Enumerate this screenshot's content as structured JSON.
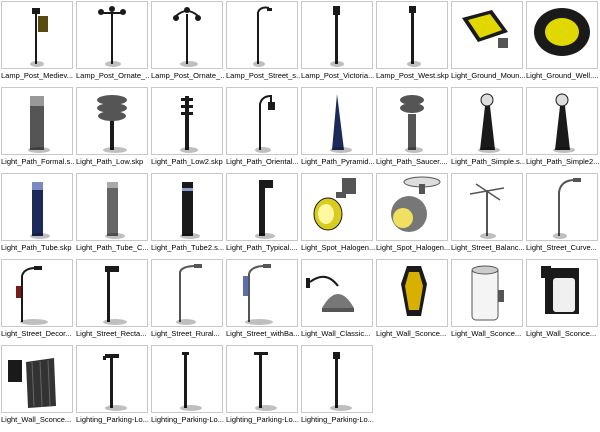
{
  "items": [
    {
      "label": "Lamp_Post_Mediev...",
      "icon": "medieval-lamp-post-icon"
    },
    {
      "label": "Lamp_Post_Ornate_...",
      "icon": "ornate-lamp-post-icon"
    },
    {
      "label": "Lamp_Post_Ornate_...",
      "icon": "ornate-lamp-post-icon"
    },
    {
      "label": "Lamp_Post_Street_s...",
      "icon": "street-lamp-post-icon"
    },
    {
      "label": "Lamp_Post_Victoria...",
      "icon": "victorian-lamp-post-icon"
    },
    {
      "label": "Lamp_Post_West.skp",
      "icon": "west-lamp-post-icon"
    },
    {
      "label": "Light_Ground_Moun...",
      "icon": "ground-mount-light-icon"
    },
    {
      "label": "Light_Ground_Well....",
      "icon": "ground-well-light-icon"
    },
    {
      "label": "Light_Path_Formal.s...",
      "icon": "formal-path-light-icon"
    },
    {
      "label": "Light_Path_Low.skp",
      "icon": "low-path-light-icon"
    },
    {
      "label": "Light_Path_Low2.skp",
      "icon": "low-path-light-icon"
    },
    {
      "label": "Light_Path_Oriental...",
      "icon": "oriental-path-light-icon"
    },
    {
      "label": "Light_Path_Pyramid...",
      "icon": "pyramid-path-light-icon"
    },
    {
      "label": "Light_Path_Saucer....",
      "icon": "saucer-path-light-icon"
    },
    {
      "label": "Light_Path_Simple.s...",
      "icon": "simple-path-light-icon"
    },
    {
      "label": "Light_Path_Simple2....",
      "icon": "simple-path-light-icon"
    },
    {
      "label": "Light_Path_Tube.skp",
      "icon": "tube-path-light-icon"
    },
    {
      "label": "Light_Path_Tube_C...",
      "icon": "tube-path-light-icon"
    },
    {
      "label": "Light_Path_Tube2.s...",
      "icon": "tube-path-light-icon"
    },
    {
      "label": "Light_Path_Typical....",
      "icon": "typical-path-light-icon"
    },
    {
      "label": "Light_Spot_Halogen...",
      "icon": "halogen-spot-light-icon"
    },
    {
      "label": "Light_Spot_Halogen...",
      "icon": "halogen-spot-light-icon"
    },
    {
      "label": "Light_Street_Balanc...",
      "icon": "balanced-street-light-icon"
    },
    {
      "label": "Light_Street_Curve...",
      "icon": "curved-street-light-icon"
    },
    {
      "label": "Light_Street_Decor...",
      "icon": "decor-street-light-icon"
    },
    {
      "label": "Light_Street_Recta...",
      "icon": "rectangular-street-light-icon"
    },
    {
      "label": "Light_Street_Rural...",
      "icon": "rural-street-light-icon"
    },
    {
      "label": "Light_Street_withBa...",
      "icon": "banner-street-light-icon"
    },
    {
      "label": "Light_Wall_Classic...",
      "icon": "classic-wall-light-icon"
    },
    {
      "label": "Light_Wall_Sconce...",
      "icon": "wall-sconce-icon"
    },
    {
      "label": "Light_Wall_Sconce...",
      "icon": "wall-sconce-icon"
    },
    {
      "label": "Light_Wall_Sconce...",
      "icon": "wall-sconce-icon"
    },
    {
      "label": "Light_Wall_Sconce...",
      "icon": "wall-sconce-icon"
    },
    {
      "label": "Lighting_Parking-Lo...",
      "icon": "parking-lot-light-icon"
    },
    {
      "label": "Lighting_Parking-Lo...",
      "icon": "parking-lot-light-icon"
    },
    {
      "label": "Lighting_Parking-Lo...",
      "icon": "parking-lot-light-icon"
    },
    {
      "label": "Lighting_Parking-Lo...",
      "icon": "parking-lot-light-icon"
    }
  ],
  "colors": {
    "thumb_border": "#c8c8c8",
    "lamp_dark": "#1a1a1a",
    "glass_yellow": "#e8e000",
    "navy": "#1c2a5a"
  }
}
